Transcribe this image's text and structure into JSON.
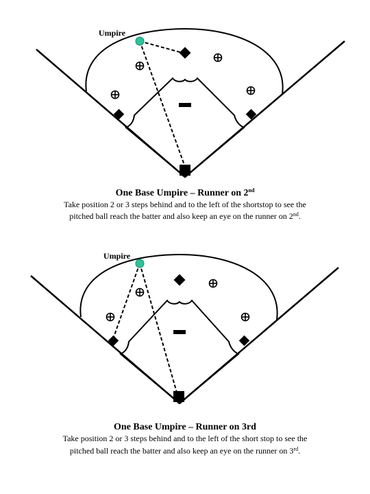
{
  "diagrams": [
    {
      "umpire_label": "Umpire",
      "title_main": "One Base Umpire – Runner on 2",
      "title_sup": "nd",
      "title_tail": "",
      "line1": "Take position 2 or 3 steps behind and to the left of the shortstop to see the",
      "line2_main": "pitched ball reach the batter and also keep an eye on the runner on 2",
      "line2_sup": "nd",
      "line2_tail": "."
    },
    {
      "umpire_label": "Umpire",
      "title_main": "One Base Umpire – Runner on 3rd",
      "title_sup": "",
      "title_tail": "",
      "line1": "Take position 2 or 3 steps behind and to the left of the short stop to see the",
      "line2_main": "pitched ball reach the batter and also keep an eye on the runner on 3",
      "line2_sup": "rd",
      "line2_tail": "."
    }
  ],
  "colors": {
    "umpire_marker": "#2ec39a",
    "lines": "#000000"
  },
  "icons": {
    "fielder": "crosshair-circle-icon",
    "base": "diamond-icon",
    "home": "square-icon",
    "pitcher": "rubber-bar-icon",
    "umpire": "dot-icon"
  }
}
